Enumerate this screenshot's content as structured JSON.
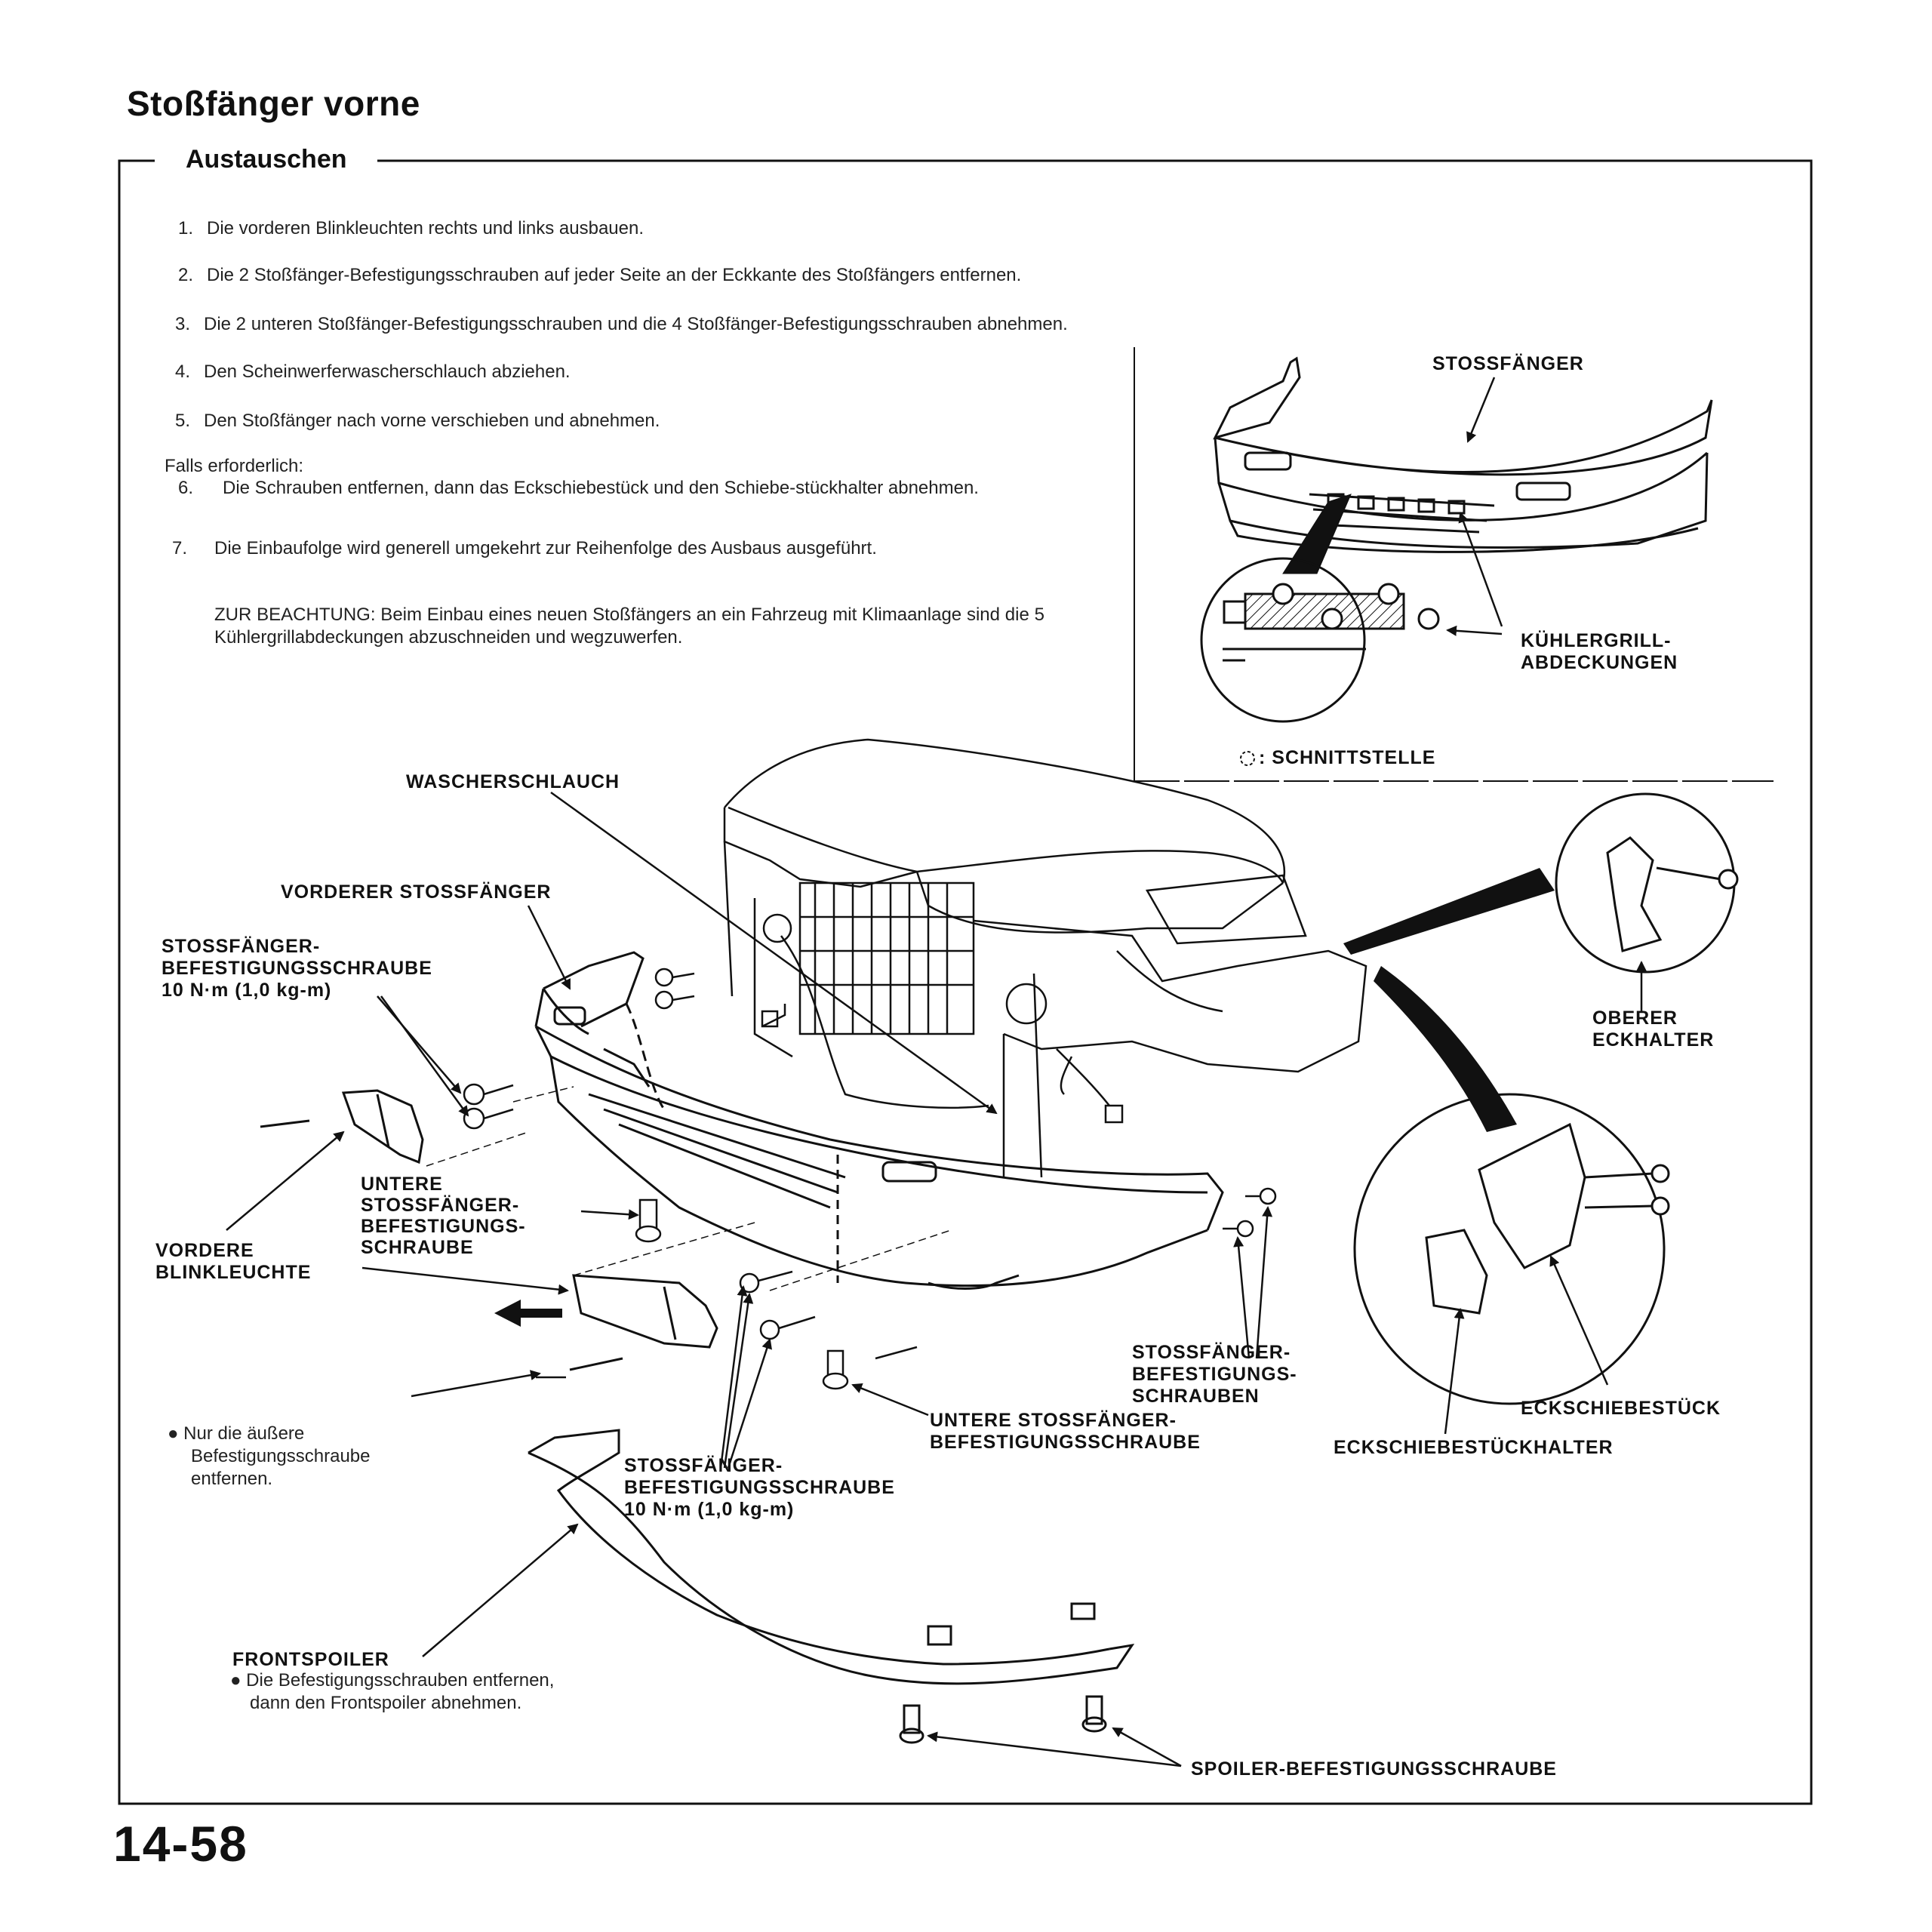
{
  "page": {
    "title": "Stoßfänger vorne",
    "section": "Austauschen",
    "page_number": "14-58"
  },
  "steps": [
    {
      "n": "1.",
      "text": "Die vorderen Blinkleuchten rechts und links ausbauen."
    },
    {
      "n": "2.",
      "text": "Die 2 Stoßfänger-Befestigungsschrauben auf jeder Seite an der Eckkante des Stoßfängers entfernen."
    },
    {
      "n": "3.",
      "text": "Die 2 unteren Stoßfänger-Befestigungsschrauben und die 4 Stoßfänger-Befestigungsschrauben abnehmen."
    },
    {
      "n": "4.",
      "text": "Den Scheinwerferwascherschlauch abziehen."
    },
    {
      "n": "5.",
      "text": "Den Stoßfänger nach vorne verschieben und abnehmen."
    }
  ],
  "optional": {
    "intro": "Falls erforderlich:",
    "step6_n": "6.",
    "step6": "Die Schrauben entfernen, dann das Eckschiebestück und den Schiebe-stückhalter abnehmen.",
    "step7_n": "7.",
    "step7": "Die Einbaufolge wird generell umgekehrt zur Reihenfolge des Ausbaus ausgeführt.",
    "note": "ZUR BEACHTUNG: Beim Einbau eines neuen Stoßfängers an ein Fahrzeug mit Klimaanlage sind die 5 Kühlergrillabdeckungen abzuschneiden und wegzuwerfen."
  },
  "labels": {
    "stossfaenger": "STOSSFÄNGER",
    "kuehlergrill_1": "KÜHLERGRILL-",
    "kuehlergrill_2": "ABDECKUNGEN",
    "schnittstelle": ": SCHNITTSTELLE",
    "waescherschlauch": "WASCHERSCHLAUCH",
    "vorderer_stossfaenger": "VORDERER STOSSFÄNGER",
    "bef_schraube_1": "STOSSFÄNGER-",
    "bef_schraube_2": "BEFESTIGUNGSSCHRAUBE",
    "bef_schraube_3": "10 N·m (1,0 kg-m)",
    "oberer_1": "OBERER",
    "oberer_2": "ECKHALTER",
    "untere_1": "UNTERE",
    "untere_2": "STOSSFÄNGER-",
    "untere_3": "BEFESTIGUNGS-",
    "untere_4": "SCHRAUBE",
    "blink_1": "VORDERE",
    "blink_2": "BLINKLEUCHTE",
    "schrauben_1": "STOSSFÄNGER-",
    "schrauben_2": "BEFESTIGUNGS-",
    "schrauben_3": "SCHRAUBEN",
    "eckschiebestueck": "ECKSCHIEBESTÜCK",
    "eckschiebestueckhalter": "ECKSCHIEBESTÜCKHALTER",
    "untere_b_1": "UNTERE STOSSFÄNGER-",
    "untere_b_2": "BEFESTIGUNGSSCHRAUBE",
    "bef_b_1": "STOSSFÄNGER-",
    "bef_b_2": "BEFESTIGUNGSSCHRAUBE",
    "bef_b_3": "10 N·m (1,0 kg-m)",
    "frontspoiler": "FRONTSPOILER",
    "spoiler_schraube": "SPOILER-BEFESTIGUNGSSCHRAUBE"
  },
  "notes": {
    "aeussere_1": "Nur die äußere",
    "aeussere_2": "Befestigungsschraube",
    "aeussere_3": "entfernen.",
    "spoiler_1": "Die Befestigungsschrauben entfernen,",
    "spoiler_2": "dann den Frontspoiler abnehmen."
  }
}
